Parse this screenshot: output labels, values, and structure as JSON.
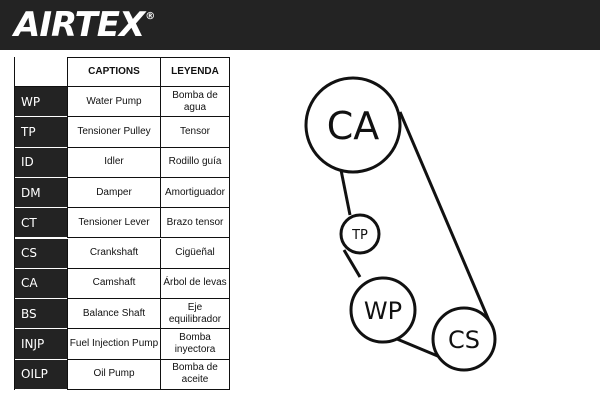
{
  "brand": {
    "name": "AIRTEX",
    "registered_mark": "®"
  },
  "legend": {
    "headers": {
      "captions": "CAPTIONS",
      "leyenda": "LEYENDA"
    },
    "rows": [
      {
        "code": "WP",
        "english": "Water Pump",
        "spanish": "Bomba de agua"
      },
      {
        "code": "TP",
        "english": "Tensioner Pulley",
        "spanish": "Tensor"
      },
      {
        "code": "ID",
        "english": "Idler",
        "spanish": "Rodillo guía"
      },
      {
        "code": "DM",
        "english": "Damper",
        "spanish": "Amortiguador"
      },
      {
        "code": "CT",
        "english": "Tensioner Lever",
        "spanish": "Brazo tensor"
      },
      {
        "code": "CS",
        "english": "Crankshaft",
        "spanish": "Cigüeñal"
      },
      {
        "code": "CA",
        "english": "Camshaft",
        "spanish": "Árbol de levas"
      },
      {
        "code": "BS",
        "english": "Balance Shaft",
        "spanish": "Eje equilibrador"
      },
      {
        "code": "INJP",
        "english": "Fuel Injection Pump",
        "spanish": "Bomba inyectora"
      },
      {
        "code": "OILP",
        "english": "Oil Pump",
        "spanish": "Bomba de aceite"
      }
    ]
  },
  "diagram": {
    "pulleys": [
      {
        "id": "CA",
        "label": "CA"
      },
      {
        "id": "TP",
        "label": "TP"
      },
      {
        "id": "WP",
        "label": "WP"
      },
      {
        "id": "CS",
        "label": "CS"
      }
    ]
  }
}
